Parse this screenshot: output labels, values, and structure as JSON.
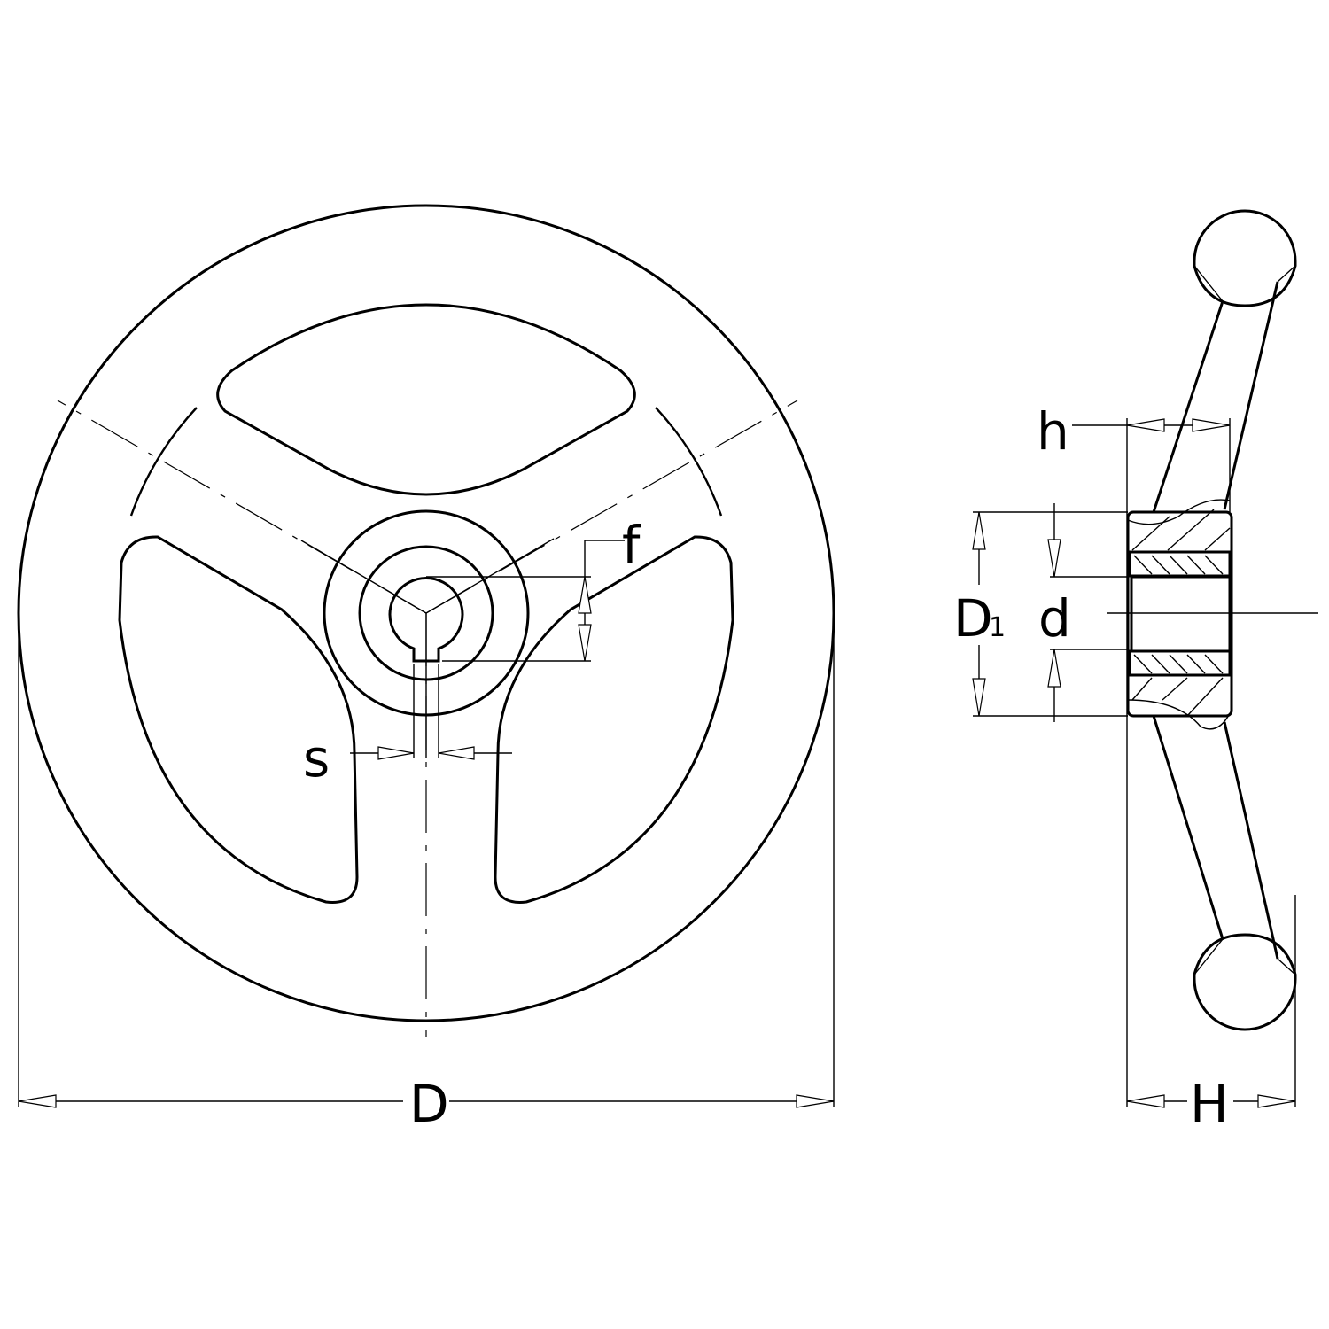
{
  "labels": {
    "D": "D",
    "H": "H",
    "D1_main": "D",
    "D1_sub": "1",
    "d": "d",
    "h": "h",
    "f": "f",
    "s": "s"
  },
  "colors": {
    "line": "#000000",
    "background": "#ffffff"
  }
}
